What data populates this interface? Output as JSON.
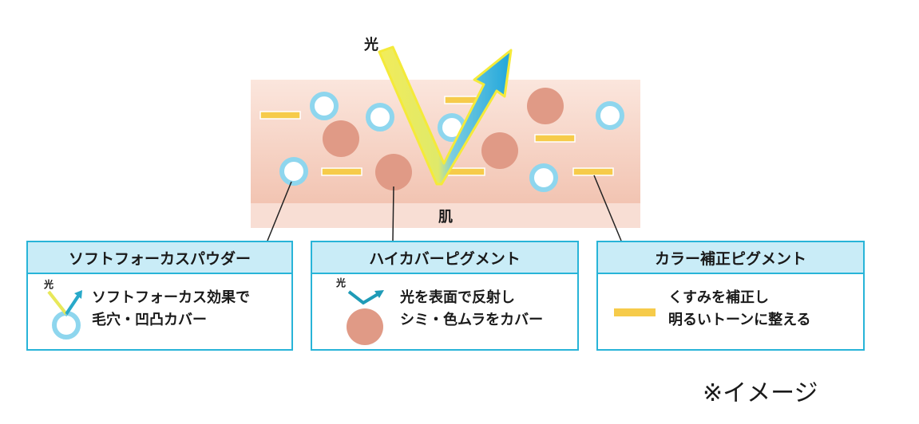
{
  "light_label": "光",
  "skin_label": "肌",
  "boxes": [
    {
      "title": "ソフトフォーカスパウダー",
      "icon_light_label": "光",
      "lines": [
        "ソフトフォーカス効果で",
        "毛穴・凹凸カバー"
      ]
    },
    {
      "title": "ハイカバーピグメント",
      "icon_light_label": "光",
      "lines": [
        "光を表面で反射し",
        "シミ・色ムラをカバー"
      ]
    },
    {
      "title": "カラー補正ピグメント",
      "lines": [
        "くすみを補正し",
        "明るいトーンに整える"
      ]
    }
  ],
  "note": "※イメージ",
  "colors": {
    "accent_blue": "#28b4d8",
    "header_fill": "#c9ecf7",
    "skin_top": "#fbe3d9",
    "skin_mid": "#f3c9b8",
    "skin_base": "#f8ded4",
    "pigment": "#e09a86",
    "powder_ring": "#8ed6ee",
    "bar_yellow": "#f6cb4a",
    "arrow_yellow": "#f2ea5a",
    "arrow_blue": "#1fa6dc"
  }
}
